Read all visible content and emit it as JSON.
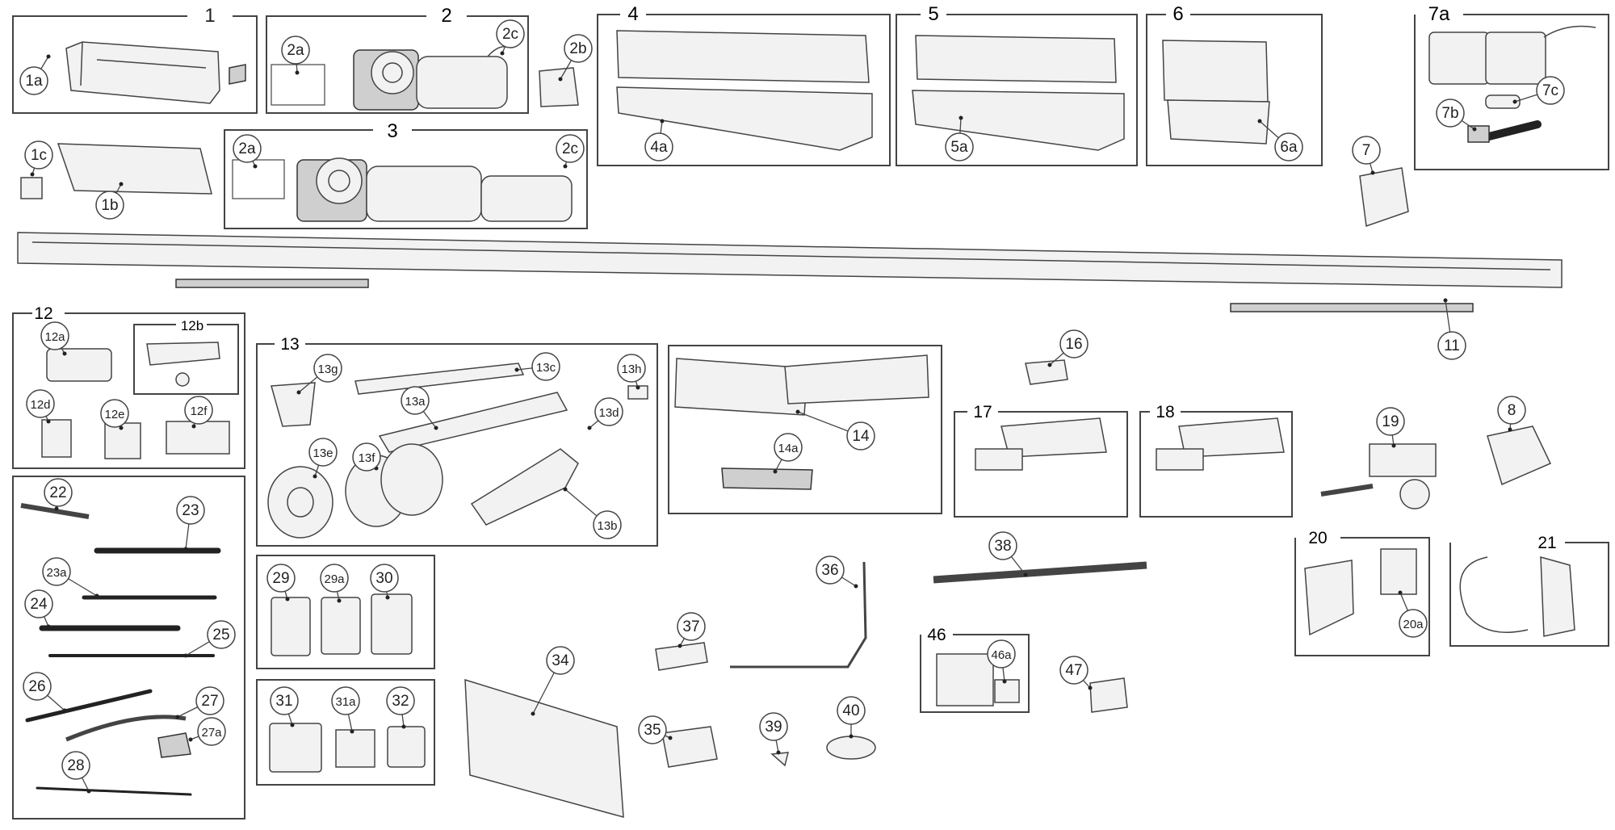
{
  "diagram": {
    "boxes": [
      {
        "id": "box-1",
        "title": "1"
      },
      {
        "id": "box-2",
        "title": "2"
      },
      {
        "id": "box-3",
        "title": "3"
      },
      {
        "id": "box-4",
        "title": "4"
      },
      {
        "id": "box-5",
        "title": "5"
      },
      {
        "id": "box-6",
        "title": "6"
      },
      {
        "id": "box-7a",
        "title": "7a"
      },
      {
        "id": "box-12",
        "title": "12"
      },
      {
        "id": "box-12b",
        "title": "12b"
      },
      {
        "id": "box-13",
        "title": "13"
      },
      {
        "id": "box-17",
        "title": "17"
      },
      {
        "id": "box-18",
        "title": "18"
      },
      {
        "id": "box-20",
        "title": "20"
      },
      {
        "id": "box-21",
        "title": "21"
      },
      {
        "id": "box-46",
        "title": "46"
      }
    ],
    "callouts": [
      "1a",
      "1b",
      "1c",
      "2a",
      "2b",
      "2c",
      "2a",
      "2c",
      "4a",
      "5a",
      "6a",
      "7",
      "7b",
      "7c",
      "11",
      "12a",
      "12d",
      "12e",
      "12f",
      "13g",
      "13c",
      "13h",
      "13a",
      "13d",
      "13e",
      "13f",
      "13b",
      "14",
      "14a",
      "16",
      "19",
      "8",
      "20a",
      "22",
      "23",
      "23a",
      "24",
      "25",
      "26",
      "27",
      "27a",
      "28",
      "29",
      "29a",
      "30",
      "31",
      "31a",
      "32",
      "34",
      "35",
      "36",
      "37",
      "38",
      "39",
      "40",
      "47",
      "46a"
    ]
  }
}
